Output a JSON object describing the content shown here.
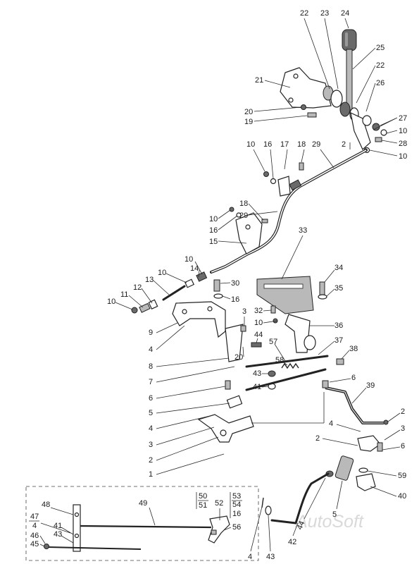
{
  "watermark": "AutoSoft",
  "callouts": [
    "22",
    "23",
    "24",
    "25",
    "22",
    "26",
    "21",
    "20",
    "19",
    "27",
    "10",
    "28",
    "2",
    "10",
    "10",
    "16",
    "17",
    "18",
    "29",
    "18",
    "29",
    "10",
    "16",
    "15",
    "33",
    "10",
    "14",
    "10",
    "13",
    "12",
    "11",
    "10",
    "30",
    "16",
    "34",
    "35",
    "32",
    "10",
    "3",
    "9",
    "36",
    "44",
    "4",
    "57",
    "37",
    "20",
    "58",
    "38",
    "8",
    "43",
    "6",
    "7",
    "41",
    "39",
    "6",
    "5",
    "2",
    "4",
    "3",
    "4",
    "2",
    "6",
    "3",
    "2",
    "59",
    "1",
    "40",
    "48",
    "49",
    "50",
    "51",
    "52",
    "53",
    "54",
    "16",
    "56",
    "47",
    "4",
    "41",
    "43",
    "46",
    "45",
    "44",
    "5",
    "42",
    "43",
    "4"
  ]
}
